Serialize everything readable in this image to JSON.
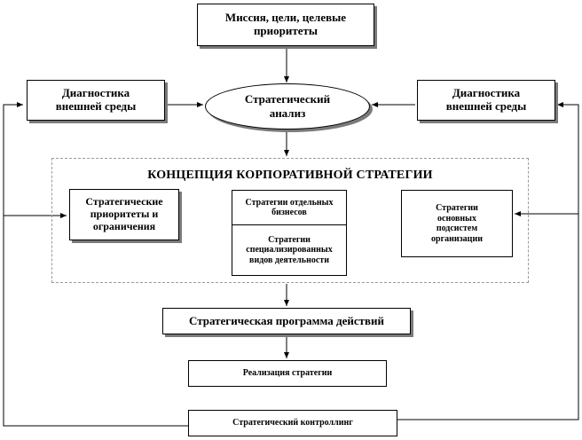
{
  "mission": "Миссия, цели, целевые приоритеты",
  "analysis": "Стратегический анализ",
  "diag_left": "Диагностика внешней среды",
  "diag_right": "Диагностика внешней среды",
  "concept": {
    "title": "КОНЦЕПЦИЯ КОРПОРАТИВНОЙ СТРАТЕГИИ",
    "priorities": "Стратегические приоритеты и ограничения",
    "business": "Стратегии отдельных бизнесов",
    "specialized": "Стратегии специализированных видов деятельности",
    "subsystems": "Стратегии основных подсистем организации"
  },
  "program": "Стратегическая программа действий",
  "realization": "Реализация стратегии",
  "control": "Стратегический контроллинг"
}
